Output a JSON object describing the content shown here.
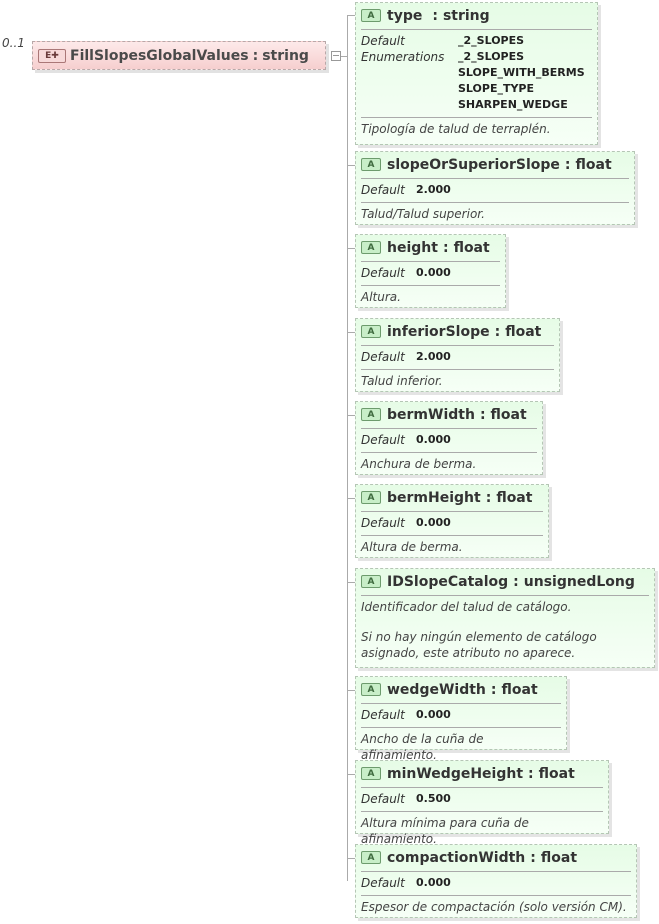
{
  "element": {
    "multiplicity": "0..1",
    "badge": "E",
    "name": "FillSlopesGlobalValues",
    "type": "string"
  },
  "attributes": [
    {
      "badge": "A",
      "name": "type",
      "type": "string",
      "default_label": "Default",
      "default_value": "_2_SLOPES",
      "enum_label": "Enumerations",
      "enumerations": [
        "_2_SLOPES",
        "SLOPE_WITH_BERMS",
        "SLOPE_TYPE",
        "SHARPEN_WEDGE"
      ],
      "doc": [
        "Tipología de talud de terraplén."
      ]
    },
    {
      "badge": "A",
      "name": "slopeOrSuperiorSlope",
      "type": "float",
      "default_label": "Default",
      "default_value": "2.000",
      "doc": [
        "Talud/Talud superior."
      ]
    },
    {
      "badge": "A",
      "name": "height",
      "type": "float",
      "default_label": "Default",
      "default_value": "0.000",
      "doc": [
        "Altura."
      ]
    },
    {
      "badge": "A",
      "name": "inferiorSlope",
      "type": "float",
      "default_label": "Default",
      "default_value": "2.000",
      "doc": [
        "Talud inferior."
      ]
    },
    {
      "badge": "A",
      "name": "bermWidth",
      "type": "float",
      "default_label": "Default",
      "default_value": "0.000",
      "doc": [
        "Anchura de berma."
      ]
    },
    {
      "badge": "A",
      "name": "bermHeight",
      "type": "float",
      "default_label": "Default",
      "default_value": "0.000",
      "doc": [
        "Altura de berma."
      ]
    },
    {
      "badge": "A",
      "name": "IDSlopeCatalog",
      "type": "unsignedLong",
      "doc": [
        "Identificador del talud de catálogo.",
        "Si no hay ningún elemento de catálogo asignado, este atributo no aparece."
      ]
    },
    {
      "badge": "A",
      "name": "wedgeWidth",
      "type": "float",
      "default_label": "Default",
      "default_value": "0.000",
      "doc": [
        "Ancho de la cuña de afinamiento."
      ]
    },
    {
      "badge": "A",
      "name": "minWedgeHeight",
      "type": "float",
      "default_label": "Default",
      "default_value": "0.500",
      "doc": [
        "Altura mínima para cuña de afinamiento."
      ]
    },
    {
      "badge": "A",
      "name": "compactionWidth",
      "type": "float",
      "default_label": "Default",
      "default_value": "0.000",
      "doc": [
        "Espesor de compactación (solo versión CM)."
      ]
    }
  ]
}
